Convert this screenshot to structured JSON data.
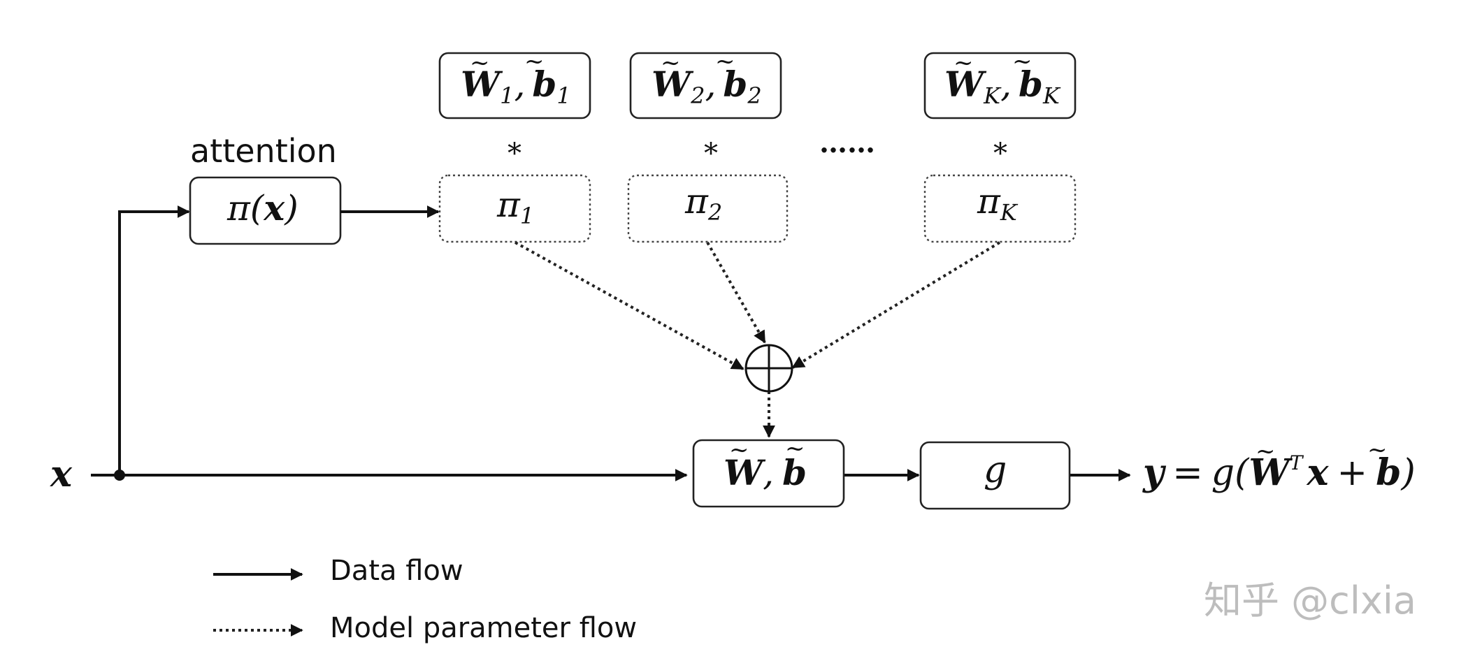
{
  "attention_label": "attention",
  "input_symbol": "x",
  "attention_box": {
    "fn": "π",
    "arg": "x"
  },
  "weight_boxes": [
    {
      "w": "W",
      "b": "b",
      "sub": "1"
    },
    {
      "w": "W",
      "b": "b",
      "sub": "2"
    },
    {
      "w": "W",
      "b": "b",
      "sub": "K"
    }
  ],
  "pi_boxes": [
    {
      "sym": "π",
      "sub": "1"
    },
    {
      "sym": "π",
      "sub": "2"
    },
    {
      "sym": "π",
      "sub": "K"
    }
  ],
  "multiply_symbol": "*",
  "ellipsis": "……",
  "sum_symbol": "⊕",
  "aggregate_box": {
    "w": "W",
    "b": "b"
  },
  "activation_box": "g",
  "output": {
    "y": "y",
    "eq": "=",
    "g": "g",
    "w": "W",
    "t": "T",
    "x": "x",
    "plus": "+",
    "b": "b"
  },
  "legend": {
    "data_flow": "Data flow",
    "model_flow": "Model parameter flow"
  },
  "watermark": "知乎 @clxia"
}
